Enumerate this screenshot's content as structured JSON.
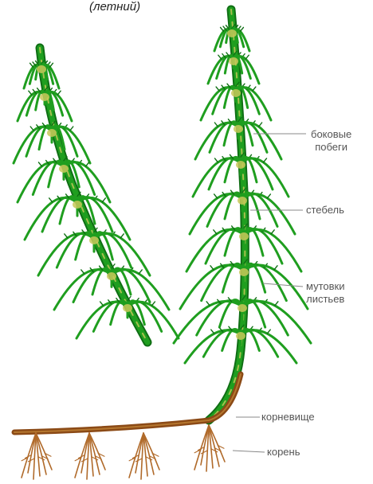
{
  "caption": "(летний)",
  "labels": {
    "side_shoots_line1": "боковые",
    "side_shoots_line2": "побеги",
    "stem": "стебель",
    "whorls_line1": "мутовки",
    "whorls_line2": "листьев",
    "rhizome": "корневище",
    "root": "корень"
  },
  "colors": {
    "plant_green": "#1f9e1f",
    "plant_dark_green": "#0f6e14",
    "node_yellow": "#c8c85a",
    "rhizome_brown": "#8b4a16",
    "root_brown": "#b06a2a",
    "label_gray": "#555555",
    "leader_gray": "#888888"
  }
}
